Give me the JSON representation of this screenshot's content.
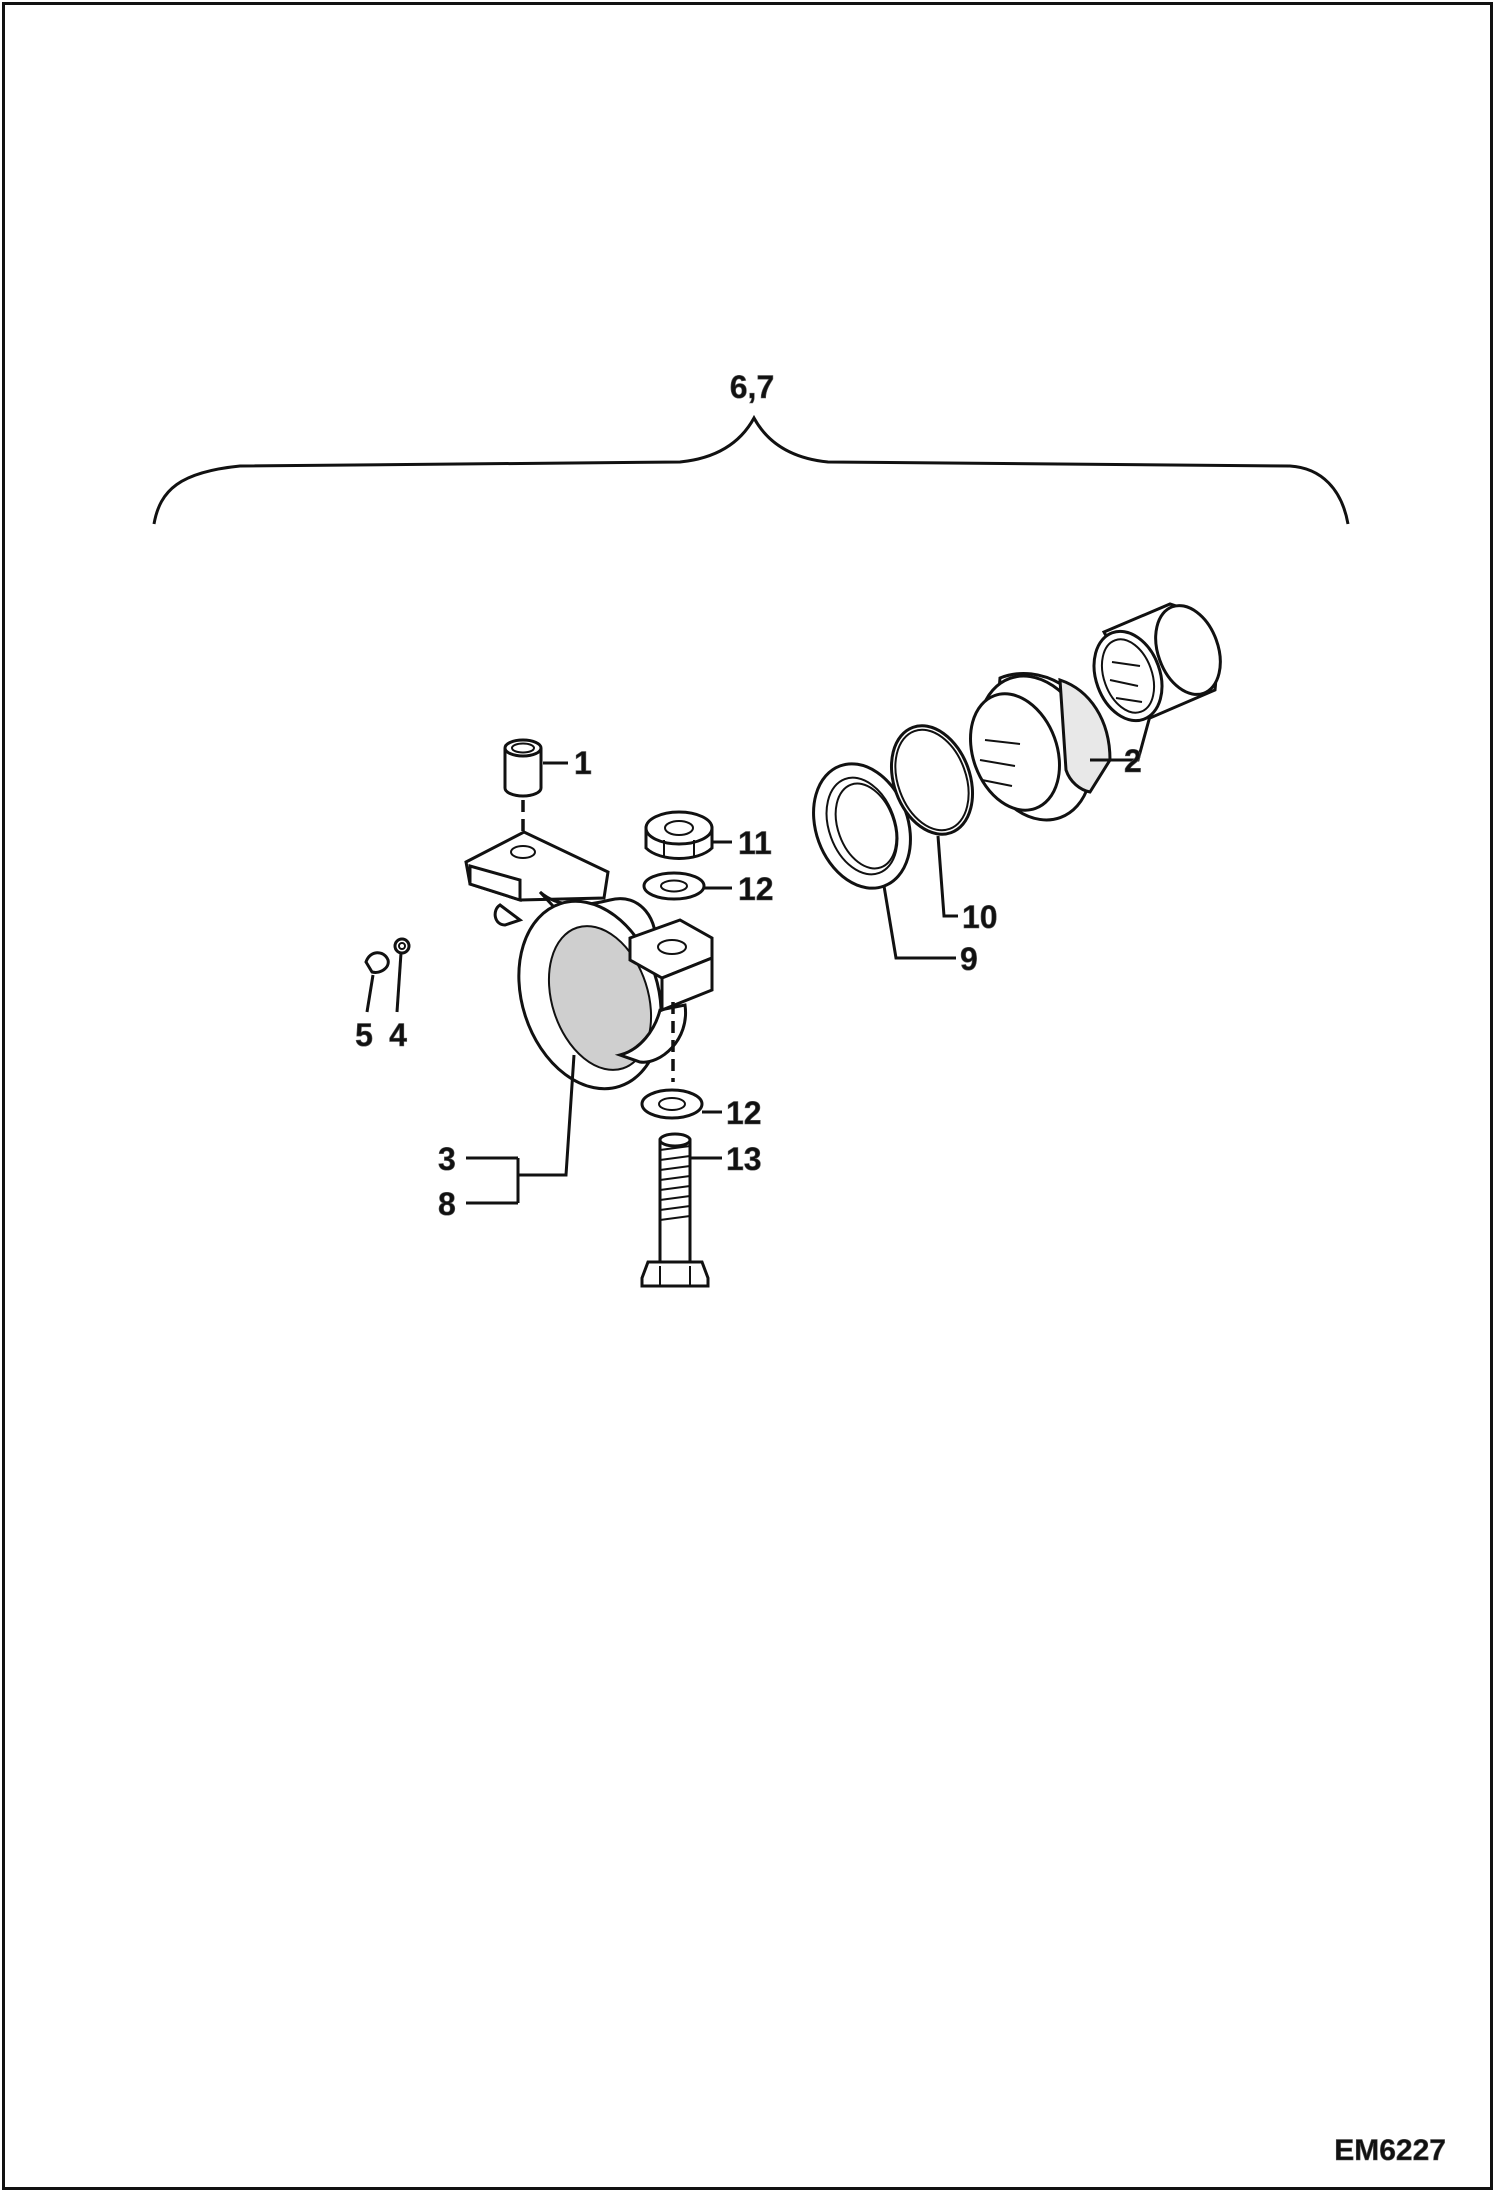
{
  "diagram": {
    "assembly_label": "6,7",
    "drawing_code": "EM6227",
    "callouts": [
      {
        "id": "c1",
        "label": "1"
      },
      {
        "id": "c2",
        "label": "2"
      },
      {
        "id": "c3",
        "label": "3"
      },
      {
        "id": "c4",
        "label": "4"
      },
      {
        "id": "c5",
        "label": "5"
      },
      {
        "id": "c8",
        "label": "8"
      },
      {
        "id": "c9",
        "label": "9"
      },
      {
        "id": "c10",
        "label": "10"
      },
      {
        "id": "c11",
        "label": "11"
      },
      {
        "id": "c12a",
        "label": "12"
      },
      {
        "id": "c12b",
        "label": "12"
      },
      {
        "id": "c13",
        "label": "13"
      }
    ]
  }
}
